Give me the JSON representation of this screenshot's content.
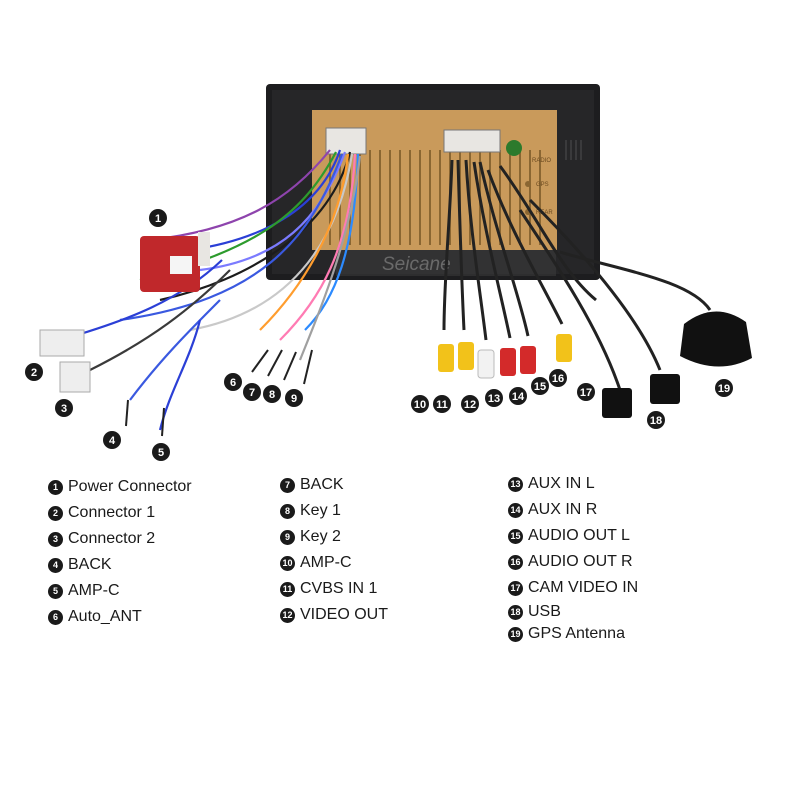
{
  "brand": "Seicane",
  "unit_labels": [
    "RADIO",
    "GPS",
    "REAR"
  ],
  "badges": [
    "1",
    "2",
    "3",
    "4",
    "5",
    "6",
    "7",
    "8",
    "9",
    "10",
    "11",
    "12",
    "13",
    "14",
    "15",
    "16",
    "17",
    "18",
    "19"
  ],
  "legend": {
    "col1": [
      {
        "num": "1",
        "label": "Power Connector"
      },
      {
        "num": "2",
        "label": "Connector 1"
      },
      {
        "num": "3",
        "label": "Connector 2"
      },
      {
        "num": "4",
        "label": "BACK"
      },
      {
        "num": "5",
        "label": "AMP-C"
      },
      {
        "num": "6",
        "label": "Auto_ANT"
      }
    ],
    "col2": [
      {
        "num": "7",
        "label": "BACK"
      },
      {
        "num": "8",
        "label": "Key 1"
      },
      {
        "num": "9",
        "label": "Key 2"
      },
      {
        "num": "10",
        "label": "AMP-C"
      },
      {
        "num": "11",
        "label": "CVBS IN 1"
      },
      {
        "num": "12",
        "label": "VIDEO OUT"
      }
    ],
    "col3": [
      {
        "num": "13",
        "label": "AUX IN L"
      },
      {
        "num": "14",
        "label": "AUX IN R"
      },
      {
        "num": "15",
        "label": "AUDIO OUT L"
      },
      {
        "num": "16",
        "label": "AUDIO OUT R"
      },
      {
        "num": "17",
        "label": "CAM VIDEO IN"
      },
      {
        "num": "18",
        "label": "USB"
      },
      {
        "num": "19",
        "label": "GPS Antenna"
      }
    ]
  },
  "colors": {
    "frame": "#1d1d1f",
    "backplate": "#c99a5b",
    "power_box": "#c0282b",
    "rca_yellow": "#f2c21a",
    "rca_red": "#d32a2a",
    "rca_white": "#f2f2f2",
    "cable": "#222222"
  }
}
